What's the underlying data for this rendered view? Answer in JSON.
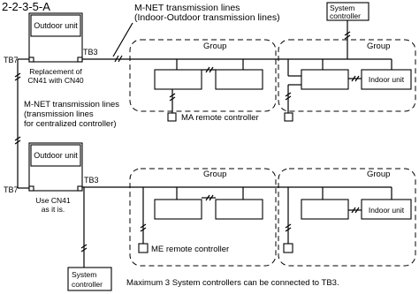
{
  "header_fragment": "2-2-3-5-A",
  "mnet_label": {
    "line1": "M-NET transmission lines",
    "line2": "(Indoor-Outdoor transmission lines)"
  },
  "centralized_label": {
    "line1": "M-NET transmission lines",
    "line2": "(transmission lines",
    "line3": "for centralized controller)"
  },
  "outdoor_unit_label": "Outdoor unit",
  "terminal_tb7": "TB7",
  "terminal_tb3": "TB3",
  "replacement_note": {
    "line1": "Replacement of",
    "line2": "CN41 with CN40"
  },
  "use_note": {
    "line1": "Use CN41",
    "line2": "as it is."
  },
  "group_label": "Group",
  "indoor_unit_label": "Indoor unit",
  "system_controller": {
    "line1": "System",
    "line2": "controller"
  },
  "ma_remote_label": "MA remote controller",
  "me_remote_label": "ME remote controller",
  "footer_note": "Maximum 3 System controllers can be connected to TB3."
}
